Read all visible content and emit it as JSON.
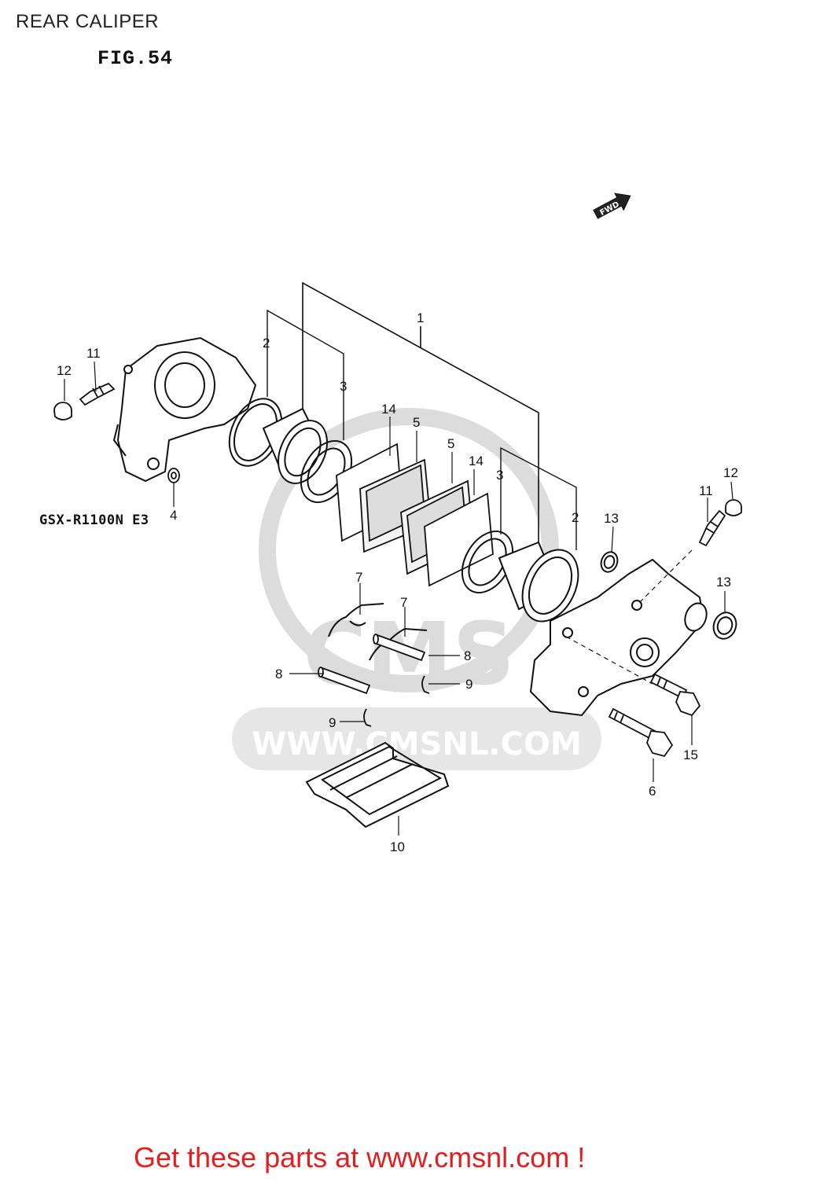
{
  "page": {
    "title": "REAR CALIPER",
    "figure": "FIG.54",
    "model": "GSX-R1100N E3",
    "footer": "Get these parts at www.cmsnl.com !"
  },
  "watermark": {
    "text": "WWW.CMSNL.COM",
    "logo_text": "CMS"
  },
  "fwd_arrow": {
    "label": "FWD"
  },
  "callouts": {
    "c1": "1",
    "c2a": "2",
    "c2b": "2",
    "c3a": "3",
    "c3b": "3",
    "c4": "4",
    "c5a": "5",
    "c5b": "5",
    "c6": "6",
    "c7a": "7",
    "c7b": "7",
    "c8a": "8",
    "c8b": "8",
    "c9a": "9",
    "c9b": "9",
    "c10": "10",
    "c11a": "11",
    "c11b": "11",
    "c12a": "12",
    "c12b": "12",
    "c13a": "13",
    "c13b": "13",
    "c14a": "14",
    "c14b": "14",
    "c15": "15"
  },
  "colors": {
    "line": "#111111",
    "watermark": "#dcdcdc",
    "footer": "#e02020"
  }
}
